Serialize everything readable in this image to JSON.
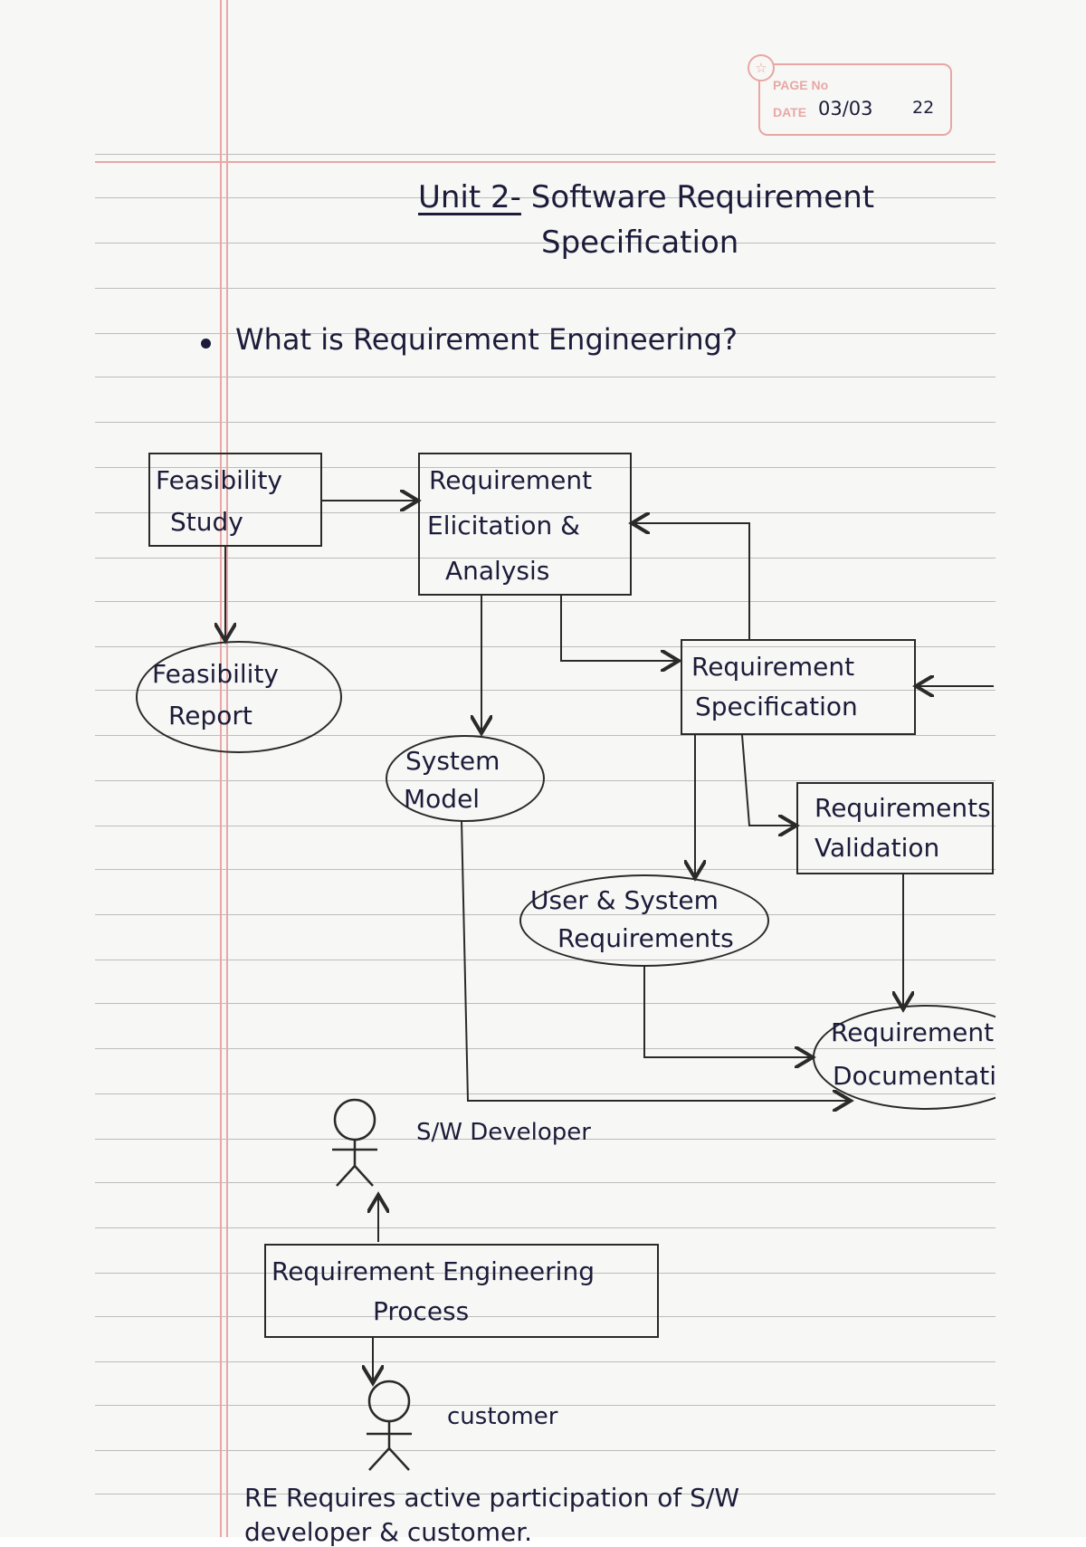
{
  "stamp": {
    "page_label": "PAGE No",
    "date_label": "DATE",
    "date": "03/03",
    "year": "22"
  },
  "title": {
    "unit": "Unit 2-",
    "line1_rest": "Software Requirement",
    "line2": "Specification"
  },
  "question": "What is Requirement Engineering?",
  "diagram": {
    "nodes": {
      "feasibility_study": [
        "Feasibility",
        "Study"
      ],
      "elicitation": [
        "Requirement",
        "Elicitation &",
        "Analysis"
      ],
      "feasibility_report": [
        "Feasibility",
        "Report"
      ],
      "specification": [
        "Requirement",
        "Specification"
      ],
      "system_model": [
        "System",
        "Model"
      ],
      "validation": [
        "Requirements",
        "Validation"
      ],
      "user_system_req": [
        "User & System",
        "Requirements"
      ],
      "documentation": [
        "Requirement",
        "Documentation"
      ]
    }
  },
  "actors": {
    "developer": "S/W Developer",
    "customer": "customer",
    "process": [
      "Requirement Engineering",
      "Process"
    ]
  },
  "footer": [
    "RE Requires active participation of S/W",
    "developer & customer."
  ],
  "colors": {
    "ink": "#1c1c3a",
    "margin": "#e9a8a6",
    "rule": "#bcbcbc"
  }
}
